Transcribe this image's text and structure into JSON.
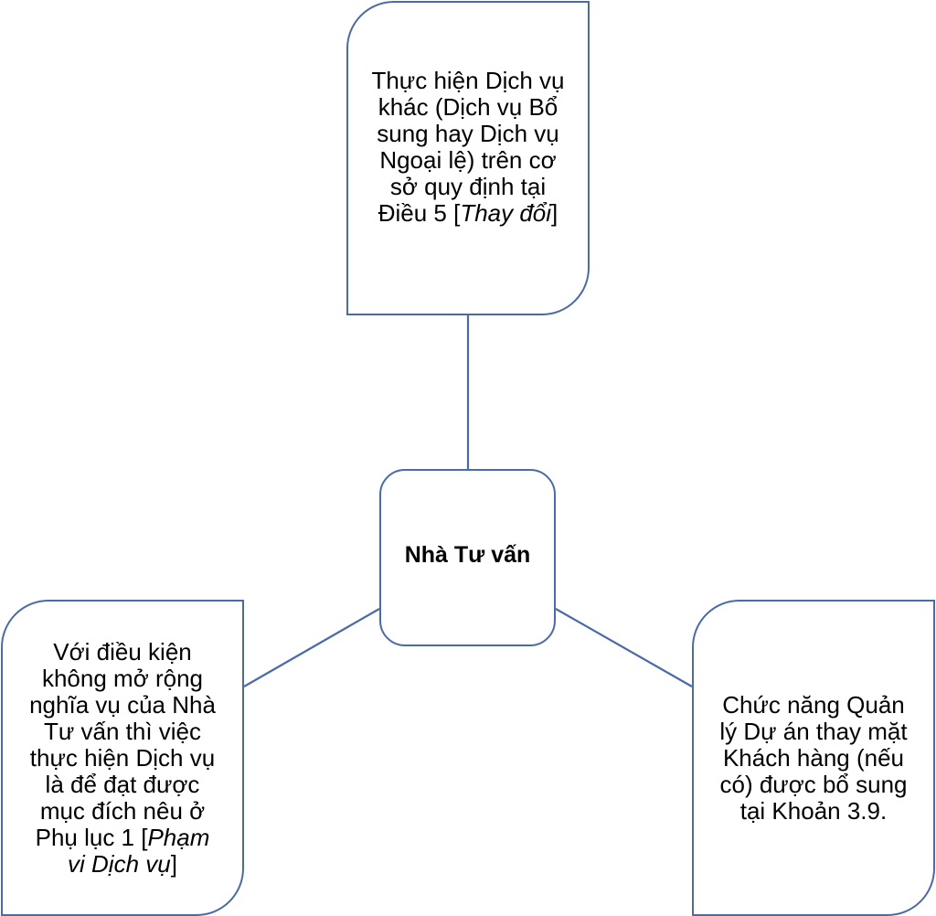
{
  "diagram": {
    "center": {
      "label": "Nhà Tư vấn"
    },
    "top": {
      "text_lines": [
        "Thực hiện Dịch vụ",
        "khác (Dịch vụ Bổ",
        "sung hay Dịch vụ",
        "Ngoại lệ) trên cơ",
        "sở quy định tại"
      ],
      "last_line_prefix": "Điều 5 [",
      "last_line_italic": "Thay đổi",
      "last_line_suffix": "]"
    },
    "left": {
      "text_lines": [
        "Với điều kiện",
        "không mở rộng",
        "nghĩa vụ của Nhà",
        "Tư vấn thì việc",
        "thực hiện Dịch vụ",
        "là để đạt được",
        "mục đích nêu ở"
      ],
      "line8_prefix": "Phụ lục 1 [",
      "line8_italic": "Phạm",
      "line9_italic": "vi Dịch vụ",
      "line9_suffix": "]"
    },
    "right": {
      "text_lines": [
        "Chức năng Quản",
        "lý Dự án thay mặt",
        "Khách hàng (nếu",
        "có) được bổ sung",
        "tại Khoản 3.9."
      ]
    },
    "colors": {
      "border": "#4a6aa8",
      "connector": "#4a6aa8",
      "text": "#000000",
      "background": "#ffffff"
    }
  }
}
